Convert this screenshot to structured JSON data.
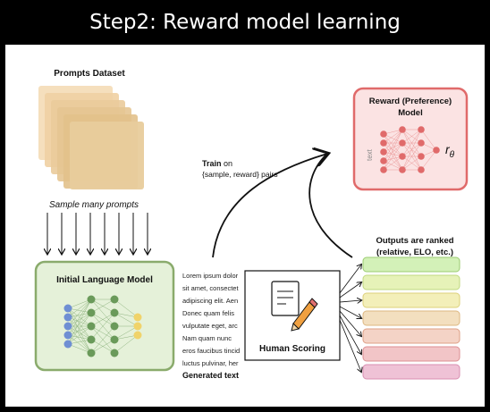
{
  "title": "Step2: Reward model learning",
  "prompts": {
    "label": "Prompts Dataset",
    "sample_label": "Sample many prompts"
  },
  "initial_lm": {
    "label": "Initial Language Model"
  },
  "generated": {
    "lines": [
      "Lorem ipsum dolor",
      "sit amet, consectet",
      "adipiscing elit. Aen",
      "Donec quam felis",
      "vulputate eget, arc",
      "Nam quam nunc",
      "eros faucibus tincid",
      "luctus pulvinar, her"
    ],
    "label": "Generated text"
  },
  "human_scoring": {
    "label": "Human Scoring"
  },
  "train": {
    "bold": "Train",
    "rest": " on",
    "line2": "{sample, reward} pairs"
  },
  "reward_model": {
    "line1": "Reward (Preference)",
    "line2": "Model",
    "input_label": "text",
    "output_symbol": "r",
    "output_subscript": "θ"
  },
  "outputs": {
    "line1": "Outputs are ranked",
    "line2": "(relative, ELO, etc.)",
    "bar_colors": [
      "#d3f1b8",
      "#e6f2b8",
      "#f3efb9",
      "#f3dfbf",
      "#f4d3c6",
      "#f2c5c7",
      "#efc2d6"
    ]
  },
  "colors": {
    "nn_green": "#6a9a5a",
    "nn_blue": "#6f8fd3",
    "nn_yellow": "#f0d36a",
    "nn_red": "#e06a6a",
    "reward_border": "#e06a6a"
  }
}
